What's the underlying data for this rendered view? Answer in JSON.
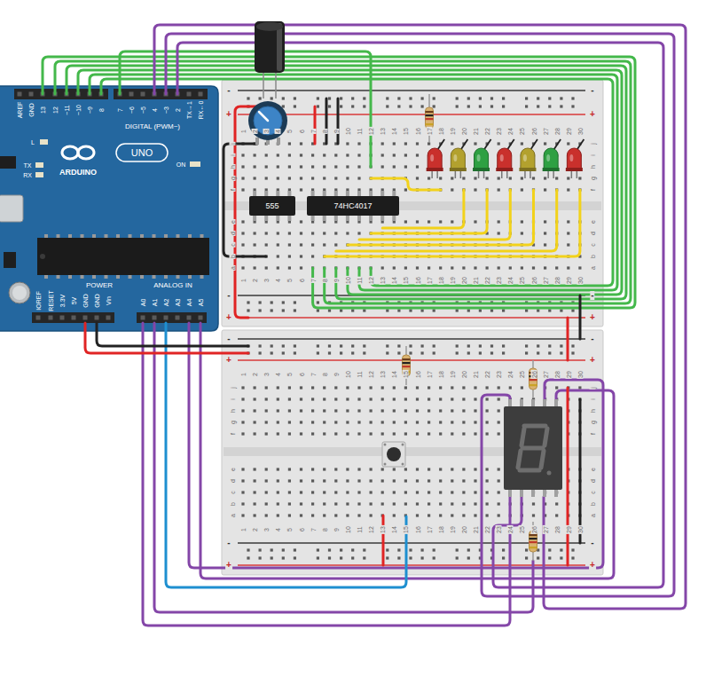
{
  "diagram": {
    "nodes": [
      {
        "text": [
          "AREF",
          "GND",
          "13",
          "12",
          "~11",
          "~10",
          "~9",
          "8",
          "7",
          "~6",
          "~5",
          "4",
          "~3",
          "2",
          "TX→1",
          "RX←0",
          "DIGITAL (PWM~)",
          "L",
          "TX",
          "RX",
          "UNO",
          "ARDUINO",
          "ON",
          "IOREF",
          "RESET",
          "3.3V",
          "5V",
          "GND",
          "GND",
          "Vin",
          "POWER",
          "ANALOG IN",
          "A0",
          "A1",
          "A2",
          "A3",
          "A4",
          "A5"
        ]
      },
      {
        "text": [
          "-",
          "-",
          "+",
          "+",
          "-",
          "-",
          "+",
          "+",
          "1",
          "2",
          "3",
          "4",
          "5",
          "6",
          "7",
          "8",
          "9",
          "10",
          "11",
          "12",
          "13",
          "14",
          "15",
          "16",
          "17",
          "18",
          "19",
          "20",
          "21",
          "22",
          "23",
          "24",
          "25",
          "26",
          "27",
          "28",
          "29",
          "30",
          "1",
          "2",
          "3",
          "4",
          "5",
          "6",
          "7",
          "8",
          "9",
          "10",
          "11",
          "12",
          "13",
          "14",
          "15",
          "16",
          "17",
          "18",
          "19",
          "20",
          "21",
          "22",
          "23",
          "24",
          "25",
          "26",
          "27",
          "28",
          "29",
          "30",
          "j",
          "i",
          "h",
          "g",
          "f",
          "e",
          "d",
          "c",
          "b",
          "a",
          "j",
          "i",
          "h",
          "g",
          "f",
          "e",
          "d",
          "c",
          "b",
          "a"
        ]
      },
      {
        "text": [
          "555"
        ],
        "in": 1
      },
      {
        "text": [
          "74HC4017"
        ],
        "in": 1
      },
      {
        "text": [
          "-",
          "-",
          "+",
          "+",
          "-",
          "-",
          "+",
          "+",
          "1",
          "2",
          "3",
          "4",
          "5",
          "6",
          "7",
          "8",
          "9",
          "10",
          "11",
          "12",
          "13",
          "14",
          "15",
          "16",
          "17",
          "18",
          "19",
          "20",
          "21",
          "22",
          "23",
          "24",
          "25",
          "26",
          "27",
          "28",
          "29",
          "30",
          "1",
          "2",
          "3",
          "4",
          "5",
          "6",
          "7",
          "8",
          "9",
          "10",
          "11",
          "12",
          "13",
          "14",
          "15",
          "16",
          "17",
          "18",
          "19",
          "20",
          "21",
          "22",
          "23",
          "24",
          "25",
          "26",
          "27",
          "28",
          "29",
          "30",
          "j",
          "i",
          "h",
          "g",
          "f",
          "e",
          "d",
          "c",
          "b",
          "a",
          "j",
          "i",
          "h",
          "g",
          "f",
          "e",
          "d",
          "c",
          "b",
          "a"
        ]
      }
    ]
  }
}
